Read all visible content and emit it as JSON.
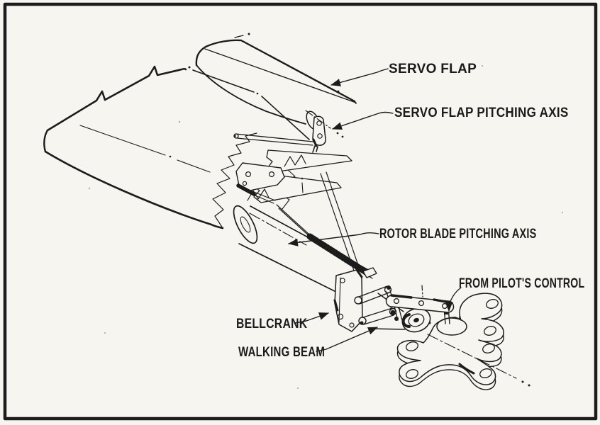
{
  "figure": {
    "ink_color": "#1c1c1c",
    "paper_color": "#f7f5ef",
    "labels": [
      {
        "id": "servo-flap",
        "text": "SERVO FLAP"
      },
      {
        "id": "servo-flap-pitching-axis",
        "text": "SERVO FLAP PITCHING AXIS"
      },
      {
        "id": "rotor-blade-pitching-axis",
        "text": "ROTOR BLADE PITCHING AXIS"
      },
      {
        "id": "from-pilots-control",
        "text": "FROM PILOT'S CONTROL"
      },
      {
        "id": "bellcrank",
        "text": "BELLCRANK"
      },
      {
        "id": "walking-beam",
        "text": "WALKING BEAM"
      }
    ]
  }
}
